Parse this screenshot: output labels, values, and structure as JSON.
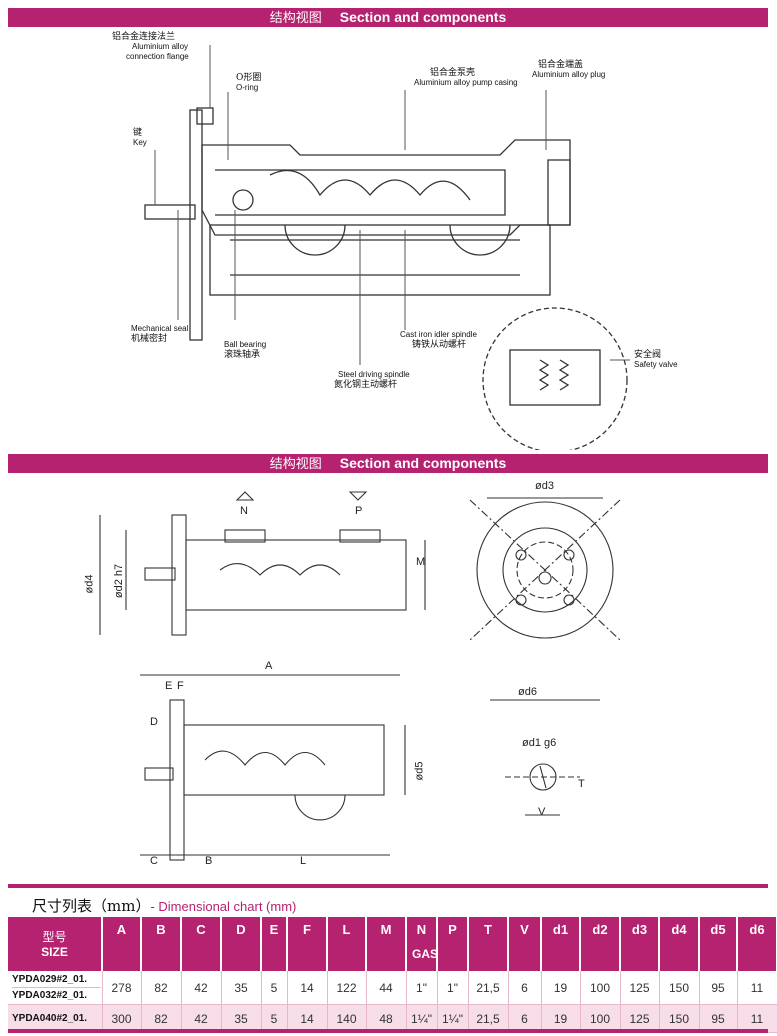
{
  "section1": {
    "title_cn": "结构视图",
    "title_en": "Section and components"
  },
  "section2": {
    "title_cn": "结构视图",
    "title_en": "Section and components"
  },
  "labels": {
    "flange": {
      "cn": "铝合金连接法兰",
      "en1": "Aluminium alloy",
      "en2": "connection flange"
    },
    "oring": {
      "cn": "O形圈",
      "en": "O-ring"
    },
    "casing": {
      "cn": "铝合金泵壳",
      "en": "Aluminium alloy pump casing"
    },
    "plug": {
      "cn": "铝合金端盖",
      "en": "Aluminium alloy plug"
    },
    "key": {
      "cn": "键",
      "en": "Key"
    },
    "seal": {
      "cn": "机械密封",
      "en": "Mechanical seal"
    },
    "bearing": {
      "cn": "滚珠轴承",
      "en": "Ball bearing"
    },
    "idler": {
      "cn": "铸铁从动螺杆",
      "en": "Cast iron idler spindle"
    },
    "driving": {
      "cn": "氮化钢主动螺杆",
      "en": "Steel driving spindle"
    },
    "valve": {
      "cn": "安全阀",
      "en": "Safety valve"
    }
  },
  "dims": {
    "N": "N",
    "P": "P",
    "M": "M",
    "d4": "ød4",
    "d2": "ød2 h7",
    "d3": "ød3",
    "d6": "ød6",
    "A": "A",
    "E": "E",
    "F": "F",
    "D": "D",
    "d5": "ød5",
    "C": "C",
    "B": "B",
    "L": "L",
    "d1": "ød1  g6",
    "T": "T",
    "V": "V"
  },
  "chart": {
    "title_cn": "尺寸列表（mm）",
    "title_en": "- Dimensional chart (mm)",
    "size_cn": "型号",
    "size_en": "SIZE",
    "gas": "GAS",
    "columns": [
      "A",
      "B",
      "C",
      "D",
      "E",
      "F",
      "L",
      "M",
      "N",
      "P",
      "T",
      "V",
      "d1",
      "d2",
      "d3",
      "d4",
      "d5",
      "d6"
    ],
    "row1_models": [
      "YPDA029#2_01.",
      "YPDA032#2_01."
    ],
    "row1": [
      "278",
      "82",
      "42",
      "35",
      "5",
      "14",
      "122",
      "44",
      "1\"",
      "1\"",
      "21,5",
      "6",
      "19",
      "100",
      "125",
      "150",
      "95",
      "11"
    ],
    "row2_model": "YPDA040#2_01.",
    "row2": [
      "300",
      "82",
      "42",
      "35",
      "5",
      "14",
      "140",
      "48",
      "1¼\"",
      "1¼\"",
      "21,5",
      "6",
      "19",
      "100",
      "125",
      "150",
      "95",
      "11"
    ]
  },
  "colors": {
    "accent": "#b5226f",
    "row_highlight": "#f6dde8"
  }
}
